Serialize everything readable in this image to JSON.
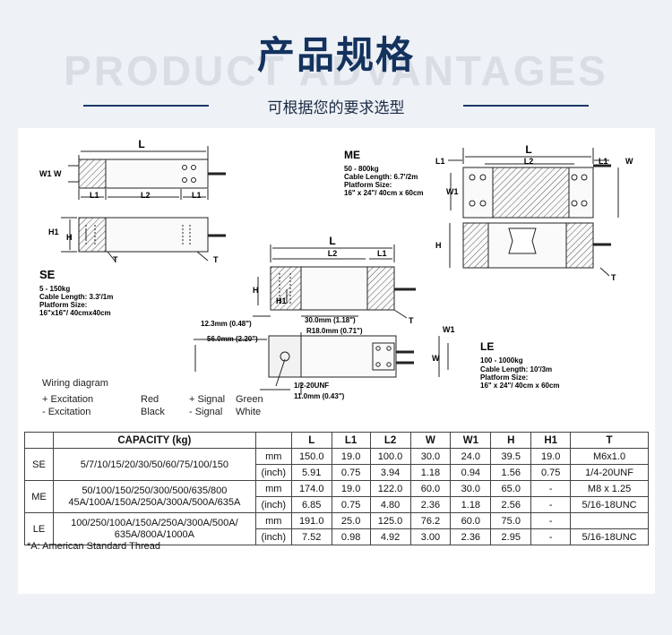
{
  "header": {
    "title": "产品规格",
    "bg_word": "PRODUCT ADVANTAGES",
    "subtitle": "可根据您的要求选型"
  },
  "diagram": {
    "se": {
      "name": "SE",
      "lines": [
        "5 - 150kg",
        "Cable Length: 3.3'/1m",
        "Platform Size:",
        "16\"x16\"/ 40cmx40cm"
      ]
    },
    "me": {
      "name": "ME",
      "lines": [
        "50 - 800kg",
        "Cable Length: 6.7'/2m",
        "Platform Size:",
        "16\" x 24\"/ 40cm x 60cm"
      ]
    },
    "le": {
      "name": "LE",
      "lines": [
        "100 - 1000kg",
        "Cable Length: 10'/3m",
        "Platform Size:",
        "16\" x 24\"/ 40cm x 60cm"
      ]
    },
    "labels": {
      "L": "L",
      "L1": "L1",
      "L2": "L2",
      "W": "W",
      "W1": "W1",
      "H": "H",
      "H1": "H1",
      "T": "T",
      "w1w": "W1 W",
      "dim_123": "12.3mm (0.48\")",
      "dim_30": "30.0mm (1.18\")",
      "dim_56": "56.0mm (2.20\")",
      "dim_r18": "R18.0mm (0.71\")",
      "dim_unf": "1/2-20UNF",
      "dim_11": "11.0mm (0.43\")"
    },
    "wiring": {
      "title": "Wiring diagram",
      "rows": [
        {
          "a": "+ Excitation",
          "b": "Red",
          "c": "+ Signal",
          "d": "Green"
        },
        {
          "a": "- Excitation",
          "b": "Black",
          "c": "- Signal",
          "d": "White"
        }
      ]
    }
  },
  "table": {
    "headers": [
      "CAPACITY (kg)",
      "L",
      "L1",
      "L2",
      "W",
      "W1",
      "H",
      "H1",
      "T"
    ],
    "se": {
      "model": "SE",
      "capacity": "5/7/10/15/20/30/50/60/75/100/150",
      "mm": [
        "mm",
        "150.0",
        "19.0",
        "100.0",
        "30.0",
        "24.0",
        "39.5",
        "19.0"
      ],
      "inch": [
        "(inch)",
        "5.91",
        "0.75",
        "3.94",
        "1.18",
        "0.94",
        "1.56",
        "0.75"
      ],
      "t1": "M6x1.0",
      "t2": "1/4-20UNF"
    },
    "me": {
      "model": "ME",
      "capacity1": "50/100/150/250/300/500/635/800",
      "capacity2": "45A/100A/150A/250A/300A/500A/635A",
      "mm": [
        "mm",
        "174.0",
        "19.0",
        "122.0",
        "60.0",
        "30.0",
        "65.0",
        "-"
      ],
      "inch": [
        "(inch)",
        "6.85",
        "0.75",
        "4.80",
        "2.36",
        "1.18",
        "2.56",
        "-"
      ],
      "t1": "M8 x 1.25",
      "t2": "5/16-18UNC"
    },
    "le": {
      "model": "LE",
      "capacity1": "100/250/100A/150A/250A/300A/500A/",
      "capacity2": "635A/800A/1000A",
      "mm": [
        "mm",
        "191.0",
        "25.0",
        "125.0",
        "76.2",
        "60.0",
        "75.0",
        "-"
      ],
      "inch": [
        "(inch)",
        "7.52",
        "0.98",
        "4.92",
        "3.00",
        "2.36",
        "2.95",
        "-"
      ],
      "t1": "",
      "t2": "5/16-18UNC"
    },
    "note": "*A: American Standard Thread"
  }
}
